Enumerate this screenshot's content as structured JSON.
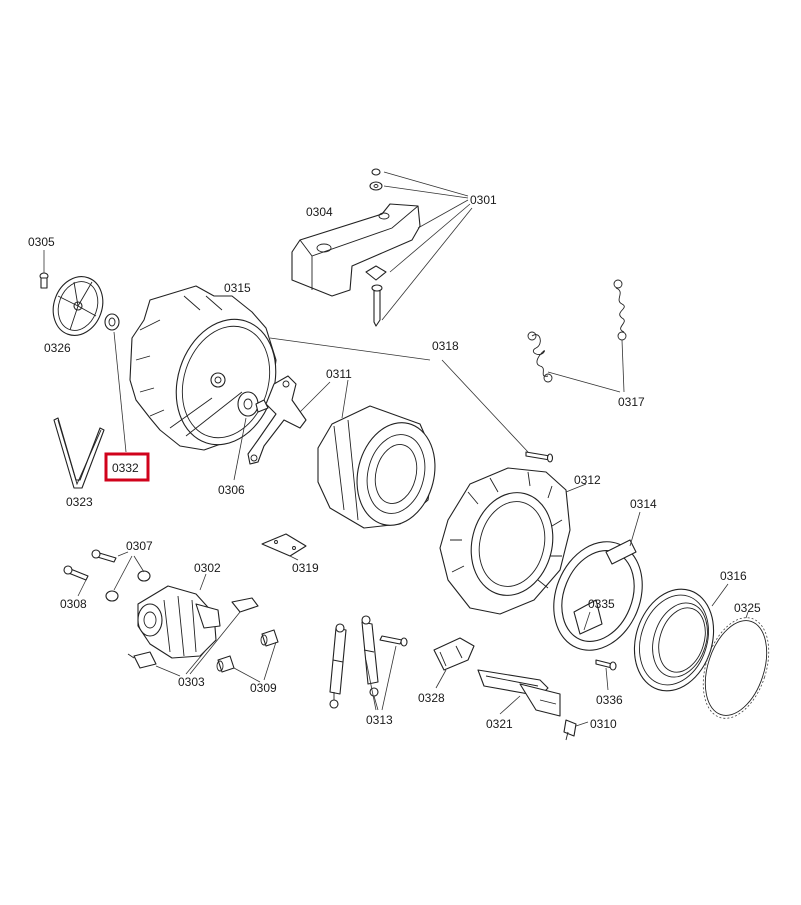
{
  "diagram": {
    "labels": {
      "p0301": "0301",
      "p0302": "0302",
      "p0303": "0303",
      "p0304": "0304",
      "p0305": "0305",
      "p0306": "0306",
      "p0307": "0307",
      "p0308": "0308",
      "p0309": "0309",
      "p0310": "0310",
      "p0311": "0311",
      "p0312": "0312",
      "p0313": "0313",
      "p0314": "0314",
      "p0315": "0315",
      "p0316": "0316",
      "p0317": "0317",
      "p0318": "0318",
      "p0319": "0319",
      "p0321": "0321",
      "p0323": "0323",
      "p0325": "0325",
      "p0326": "0326",
      "p0328": "0328",
      "p0332": "0332",
      "p0335": "0335",
      "p0336": "0336"
    },
    "highlighted": "0332",
    "highlight_color": "#d0021b"
  }
}
